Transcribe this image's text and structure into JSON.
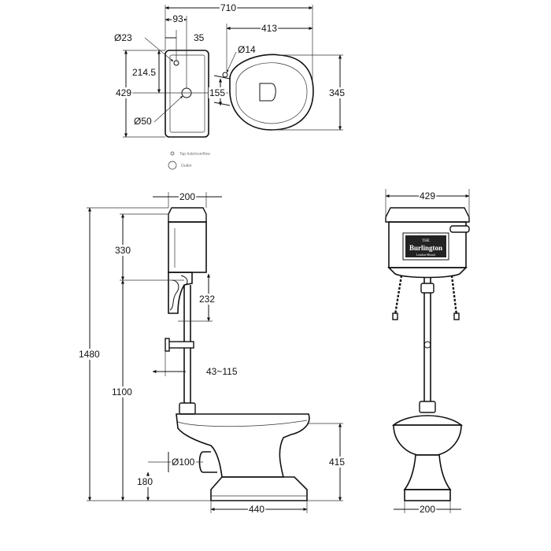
{
  "top_view": {
    "overall_width": "710",
    "cistern_offset": "93",
    "hole_offset": "35",
    "pan_length": "413",
    "hole_dia_small": "Ø23",
    "hole_dia_pipe": "Ø14",
    "cistern_half_depth": "214.5",
    "cistern_depth": "429",
    "pipe_offset": "155",
    "pan_width": "345",
    "outlet_dia": "Ø50",
    "legend_line_1": "Tap hole/overflow",
    "legend_line_2": "Outlet"
  },
  "side_view": {
    "cistern_width": "200",
    "cistern_height": "330",
    "bracket_height": "232",
    "pipe_range": "43~115",
    "total_height": "1480",
    "cistern_install_height": "1100",
    "outlet_dia": "Ø100",
    "outlet_height": "180",
    "pan_height": "415",
    "pan_base_width": "440"
  },
  "front_view": {
    "cistern_width": "429",
    "base_width": "200",
    "logo_the": "THE",
    "logo_brand": "Burlington",
    "logo_sub": "London-Bristol"
  }
}
